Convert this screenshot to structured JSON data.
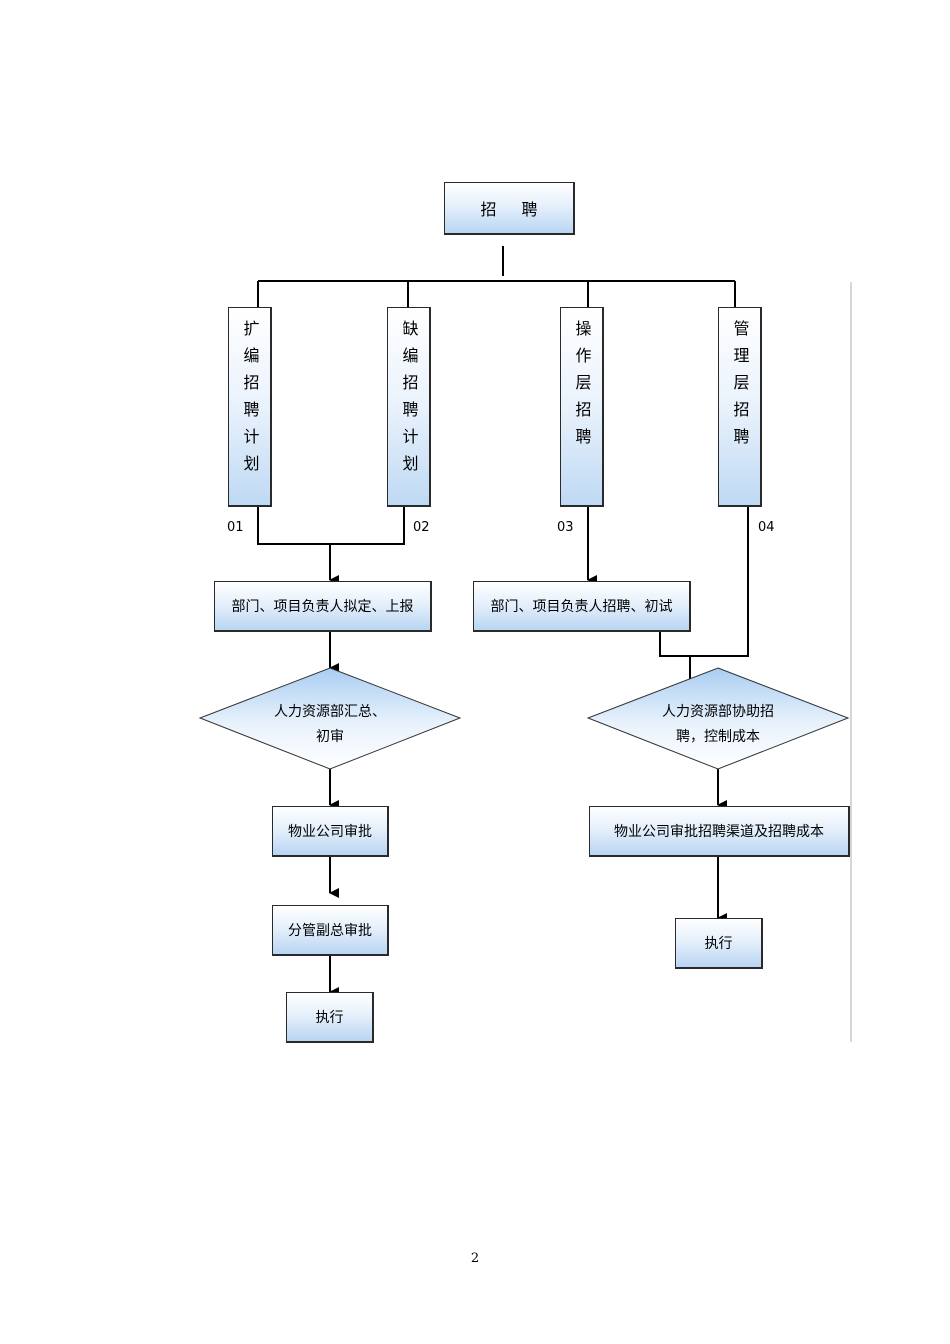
{
  "title": "招 聘",
  "plans": {
    "p01": {
      "label": "扩编招聘计划",
      "num": "01"
    },
    "p02": {
      "label": "缺编招聘计划",
      "num": "02"
    },
    "p03": {
      "label": "操作层招聘",
      "num": "03"
    },
    "p04": {
      "label": "管理层招聘",
      "num": "04"
    }
  },
  "left_flow": {
    "draft": "部门、项目负责人拟定、上报",
    "hr_review": "人力资源部汇总、\n初审",
    "company_approval": "物业公司审批",
    "vp_approval": "分管副总审批",
    "execute": "执行"
  },
  "right_flow": {
    "recruit": "部门、项目负责人招聘、初试",
    "hr_assist": "人力资源部协助招\n聘，控制成本",
    "company_approval": "物业公司审批招聘渠道及招聘成本",
    "execute": "执行"
  },
  "page_number": "2"
}
